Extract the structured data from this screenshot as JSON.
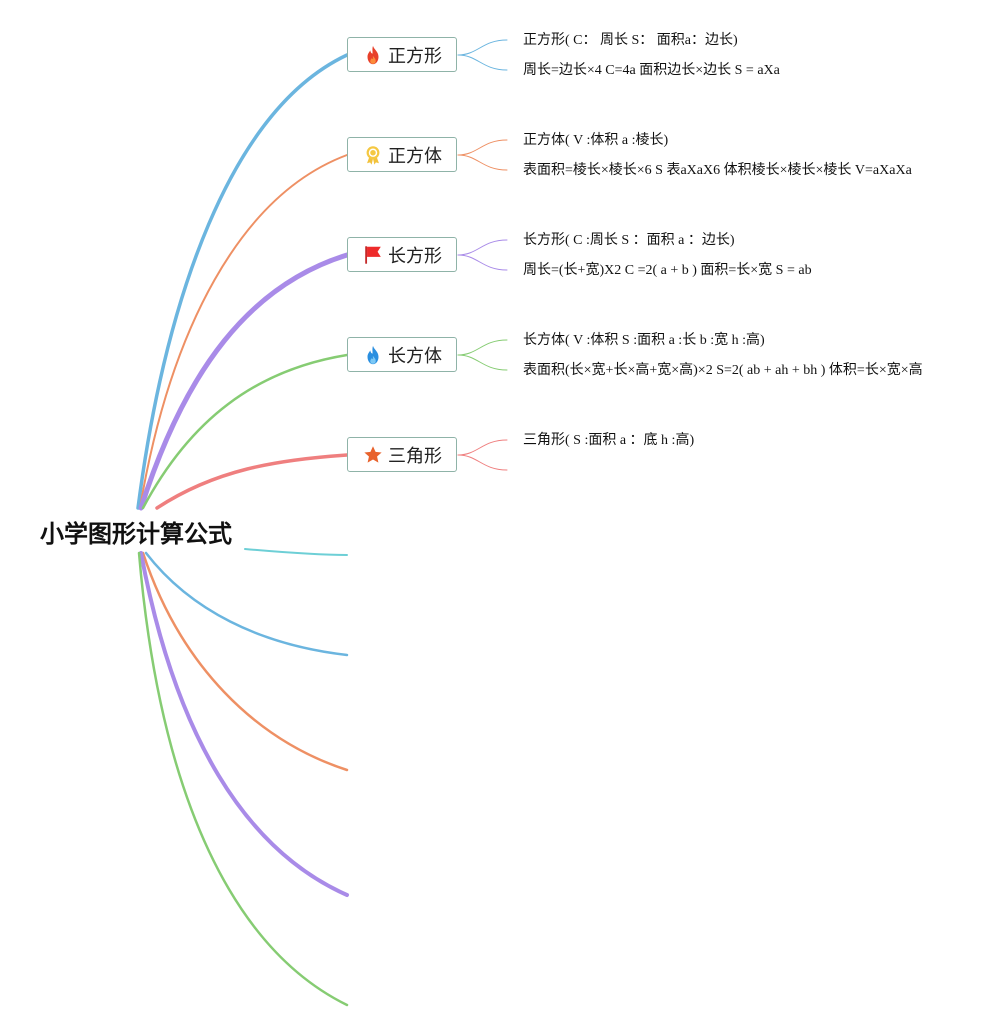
{
  "root": {
    "title": "小学图形计算公式"
  },
  "topics": [
    {
      "label": "正方形",
      "icon": "fire-icon",
      "color": "#6bb5df",
      "details": [
        "正方形( C： 周长 S： 面积a：边长)",
        "周长=边长×4 C=4a 面积边长×边长 S = aXa"
      ]
    },
    {
      "label": "正方体",
      "icon": "award-medal-icon",
      "color": "#ee9064",
      "details": [
        "正方体( V :体积 a :棱长)",
        "表面积=棱长×棱长×6 S 表aXaX6 体积棱长×棱长×棱长 V=aXaXa"
      ]
    },
    {
      "label": "长方形",
      "icon": "red-flag-icon",
      "color": "#a98be8",
      "details": [
        "长方形( C :周长 S ：面积 a ：边长)",
        "周长=(长+宽)X2 C =2( a + b ) 面积=长×宽 S = ab"
      ]
    },
    {
      "label": "长方体",
      "icon": "blue-flame-icon",
      "color": "#86cc73",
      "details": [
        "长方体( V :体积 S :面积 a :长 b :宽 h :高)",
        "表面积(长×宽+长×高+宽×高)×2 S=2( ab + ah + bh ) 体积=长×宽×高"
      ]
    },
    {
      "label": "三角形",
      "icon": "star-icon",
      "color": "#ef7f7f",
      "details": [
        "三角形( S :面积 a ：底 h :高)"
      ]
    }
  ],
  "empty_branch_colors": [
    "#6dcfd6",
    "#6bb5df",
    "#ee9064",
    "#a98be8",
    "#86cc73"
  ]
}
